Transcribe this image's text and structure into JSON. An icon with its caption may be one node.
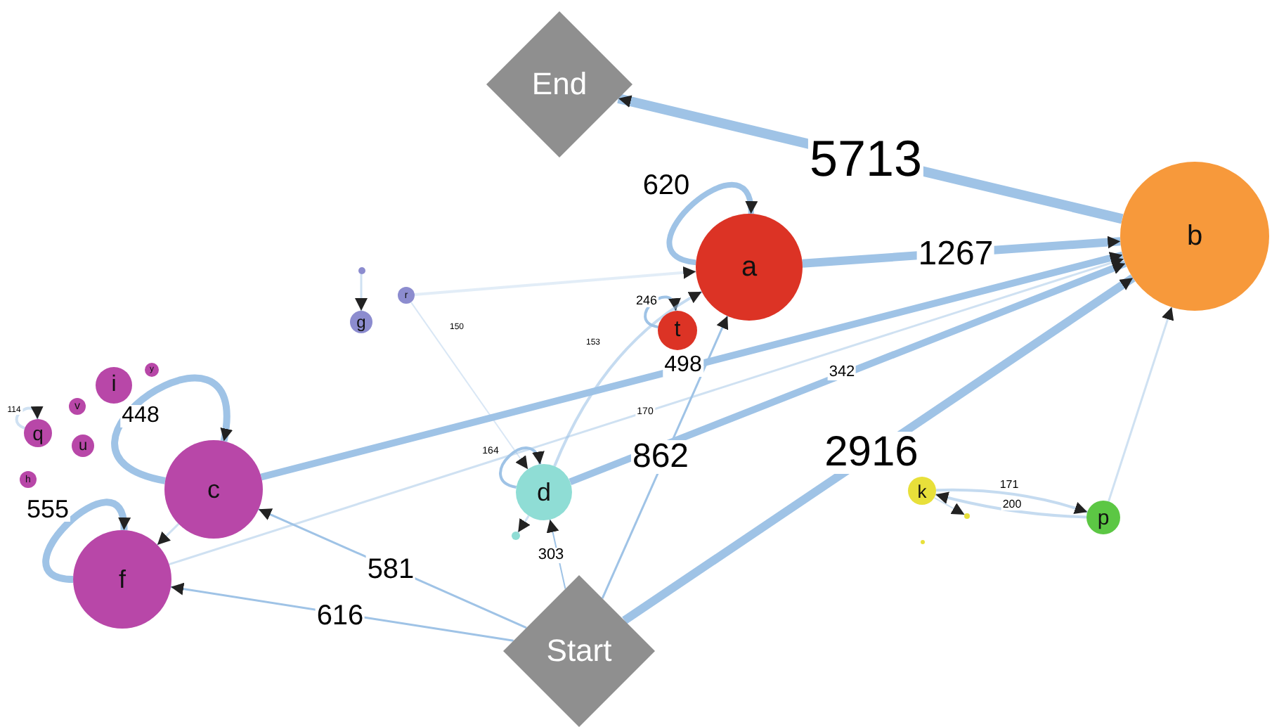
{
  "diagram": {
    "nodes": [
      {
        "text": [
          "End"
        ]
      },
      {
        "text": [
          "a"
        ]
      },
      {
        "text": [
          "b"
        ]
      },
      {
        "text": [],
        "shape": "circle"
      },
      {
        "text": [
          "r"
        ]
      },
      {
        "text": [
          "g"
        ]
      },
      {
        "text": [
          "t"
        ]
      },
      {
        "text": [
          "y"
        ]
      },
      {
        "text": [
          "i"
        ]
      },
      {
        "text": [
          "v"
        ]
      },
      {
        "text": [
          "q"
        ]
      },
      {
        "text": [
          "u"
        ]
      },
      {
        "text": [
          "h"
        ]
      },
      {
        "text": [
          "c"
        ]
      },
      {
        "text": [
          "d"
        ]
      },
      {
        "text": [
          "k"
        ]
      },
      {
        "text": [
          "p"
        ]
      },
      {
        "text": [],
        "shape": "circle"
      },
      {
        "text": [],
        "shape": "circle"
      },
      {
        "text": [],
        "shape": "circle"
      },
      {
        "text": [
          "f"
        ]
      },
      {
        "text": [
          "Start"
        ]
      }
    ],
    "edges": [
      {
        "from": 2,
        "to": 0,
        "arrow": "to",
        "label": "5713",
        "style": "thick"
      },
      {
        "from": 1,
        "to": 1,
        "arrow": "to",
        "label": "620",
        "style": "thick"
      },
      {
        "from": 1,
        "to": 2,
        "arrow": "to",
        "label": "1267",
        "style": "thick"
      },
      {
        "from": 21,
        "to": 2,
        "arrow": "to",
        "label": "2916",
        "style": "thick"
      },
      {
        "from": 21,
        "to": 1,
        "arrow": "to",
        "label": "862"
      },
      {
        "from": 13,
        "to": 13,
        "arrow": "to",
        "label": "448",
        "style": "thick"
      },
      {
        "from": 13,
        "to": 2,
        "arrow": "to",
        "label": "498",
        "style": "thick"
      },
      {
        "from": 20,
        "to": 20,
        "arrow": "to",
        "label": "555",
        "style": "thick"
      },
      {
        "from": 21,
        "to": 13,
        "arrow": "to",
        "label": "581"
      },
      {
        "from": 21,
        "to": 20,
        "arrow": "to",
        "label": "616"
      },
      {
        "from": 21,
        "to": 14,
        "arrow": "to",
        "label": "303"
      },
      {
        "from": 14,
        "to": 14,
        "arrow": "to",
        "label": "164"
      },
      {
        "from": 14,
        "to": 2,
        "arrow": "to",
        "label": "342",
        "style": "thick"
      },
      {
        "from": 6,
        "to": 6,
        "arrow": "to",
        "label": "246"
      },
      {
        "from": 14,
        "to": 1,
        "arrow": "to",
        "label": "153"
      },
      {
        "from": 4,
        "to": 14,
        "arrow": "to",
        "label": "150"
      },
      {
        "from": 20,
        "to": 2,
        "arrow": "to",
        "label": "170"
      },
      {
        "from": 15,
        "to": 16,
        "arrow": "to",
        "label": "171"
      },
      {
        "from": 16,
        "to": 15,
        "arrow": "to",
        "label": "200"
      },
      {
        "from": 16,
        "to": 2,
        "arrow": "to"
      },
      {
        "from": 10,
        "to": 10,
        "arrow": "to",
        "label": "114"
      },
      {
        "from": 13,
        "to": 20,
        "arrow": "to"
      },
      {
        "from": 4,
        "to": 1,
        "arrow": "to"
      },
      {
        "from": 3,
        "to": 5,
        "arrow": "to"
      },
      {
        "from": 14,
        "to": 17,
        "arrow": "to"
      },
      {
        "from": 15,
        "to": 18,
        "arrow": "to"
      }
    ]
  }
}
